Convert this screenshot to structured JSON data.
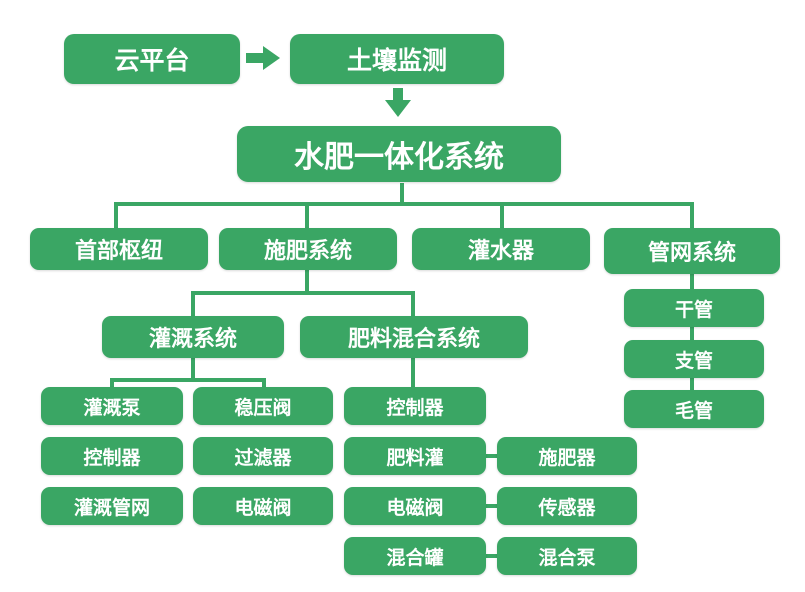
{
  "diagram": {
    "colors": {
      "node_fill": "#3aa664",
      "node_text": "#ffffff",
      "line": "#3aa664"
    },
    "top_row": {
      "cloud": "云平台",
      "soil": "土壤监测"
    },
    "root": "水肥一体化系统",
    "level1": {
      "head_hub": "首部枢纽",
      "fertilizer_system": "施肥系统",
      "irrigator": "灌水器",
      "pipe_network": "管网系统"
    },
    "pipes": {
      "main": "干管",
      "branch": "支管",
      "capillary": "毛管"
    },
    "level2": {
      "irrigation_system": "灌溉系统",
      "mixing_system": "肥料混合系统"
    },
    "irrigation": {
      "pump": "灌溉泵",
      "regulator": "稳压阀",
      "controller": "控制器",
      "filter": "过滤器",
      "pipe_net": "灌溉管网",
      "solenoid": "电磁阀"
    },
    "mixing": {
      "controller": "控制器",
      "fert_tank": "肥料灌",
      "applicator": "施肥器",
      "solenoid": "电磁阀",
      "sensor": "传感器",
      "mix_tank": "混合罐",
      "mix_pump": "混合泵"
    }
  }
}
